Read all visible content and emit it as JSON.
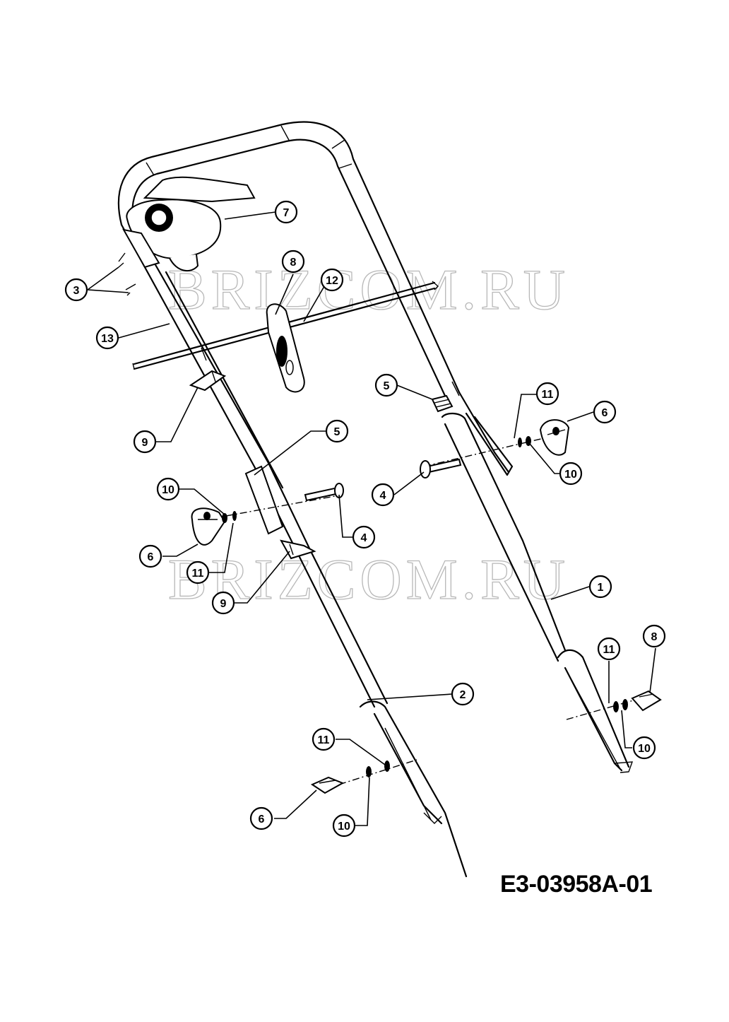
{
  "drawing_code": "E3-03958A-01",
  "watermark": "BRIZCOM.RU",
  "callouts": [
    {
      "id": "c7",
      "label": "7"
    },
    {
      "id": "c3",
      "label": "3"
    },
    {
      "id": "c8a",
      "label": "8"
    },
    {
      "id": "c12",
      "label": "12"
    },
    {
      "id": "c13",
      "label": "13"
    },
    {
      "id": "c5a",
      "label": "5"
    },
    {
      "id": "c11a",
      "label": "11"
    },
    {
      "id": "c6a",
      "label": "6"
    },
    {
      "id": "c9a",
      "label": "9"
    },
    {
      "id": "c5b",
      "label": "5"
    },
    {
      "id": "c10a",
      "label": "10"
    },
    {
      "id": "c4a",
      "label": "4"
    },
    {
      "id": "c10b",
      "label": "10"
    },
    {
      "id": "c4b",
      "label": "4"
    },
    {
      "id": "c6b",
      "label": "6"
    },
    {
      "id": "c11b",
      "label": "11"
    },
    {
      "id": "c9b",
      "label": "9"
    },
    {
      "id": "c1",
      "label": "1"
    },
    {
      "id": "c11c",
      "label": "11"
    },
    {
      "id": "c8b",
      "label": "8"
    },
    {
      "id": "c2",
      "label": "2"
    },
    {
      "id": "c11d",
      "label": "11"
    },
    {
      "id": "c10c",
      "label": "10"
    },
    {
      "id": "c6c",
      "label": "6"
    },
    {
      "id": "c10d",
      "label": "10"
    }
  ]
}
